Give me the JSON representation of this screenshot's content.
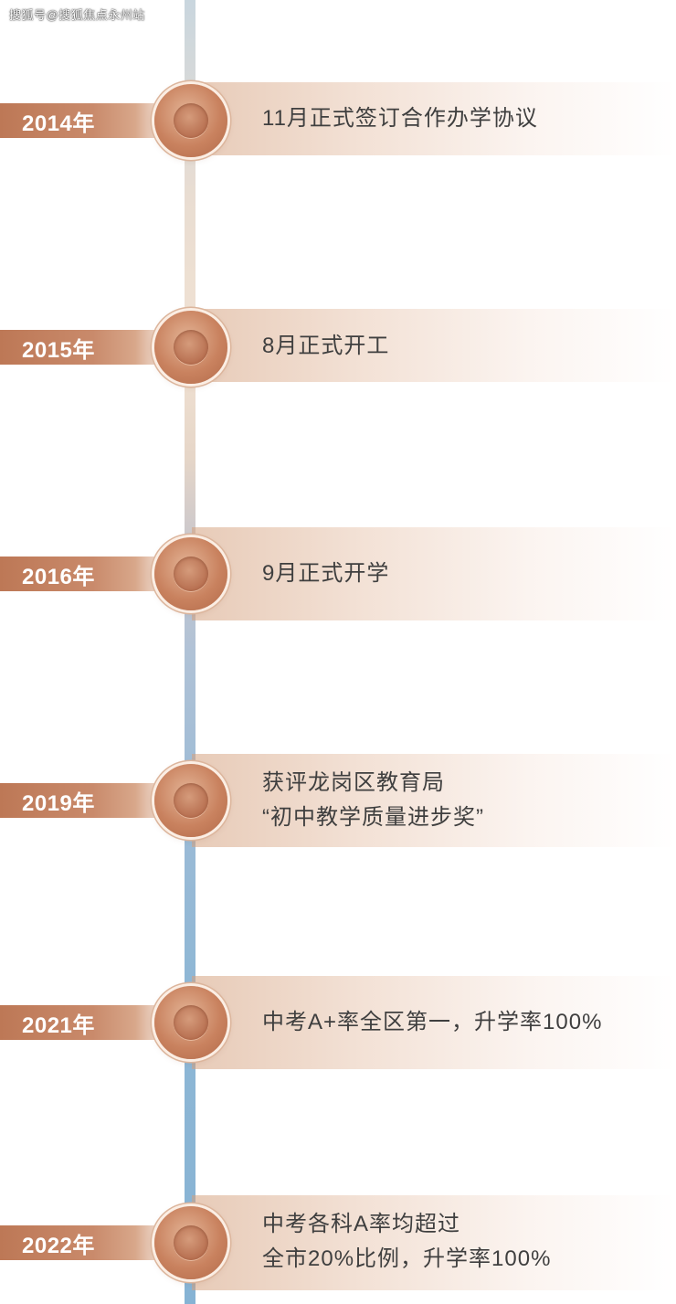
{
  "watermark": "搜狐号@搜狐焦点永州站",
  "events": [
    {
      "year": "2014年",
      "lines": [
        "11月正式签订合作办学协议"
      ]
    },
    {
      "year": "2015年",
      "lines": [
        "8月正式开工"
      ]
    },
    {
      "year": "2016年",
      "lines": [
        "9月正式开学"
      ]
    },
    {
      "year": "2019年",
      "lines": [
        "获评龙岗区教育局",
        "“初中教学质量进步奖”"
      ]
    },
    {
      "year": "2021年",
      "lines": [
        "中考A+率全区第一，升学率100%"
      ]
    },
    {
      "year": "2022年",
      "lines": [
        "中考各科A率均超过",
        "全市20%比例，升学率100%"
      ]
    }
  ]
}
